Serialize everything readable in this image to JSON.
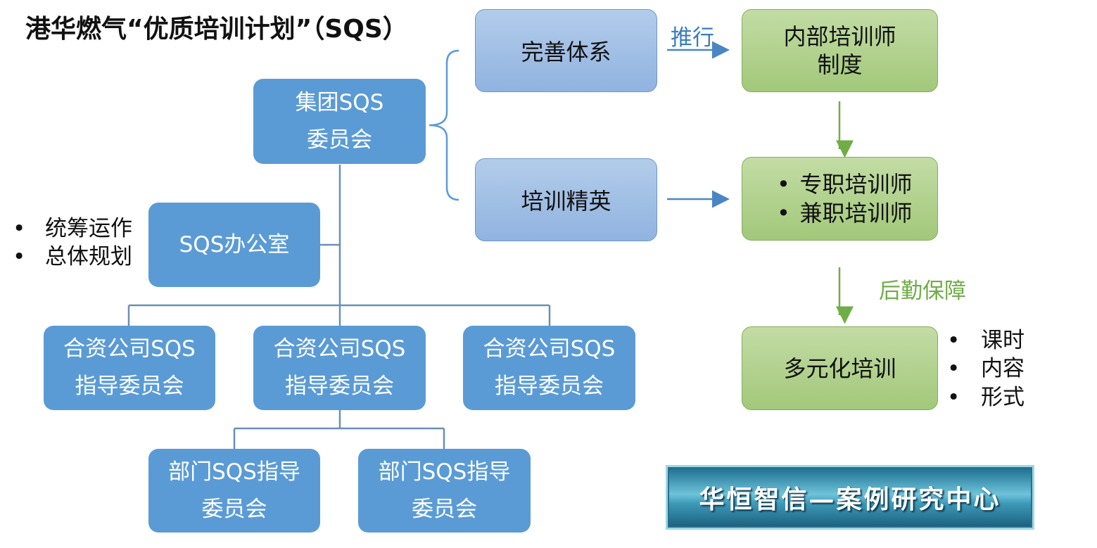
{
  "title": "港华燃气“优质培训计划”（SQS）",
  "org": {
    "committee": [
      "集团SQS",
      "委员会"
    ],
    "office": "SQS办公室",
    "office_bullets": [
      "统筹运作",
      "总体规划"
    ],
    "jv": [
      [
        "合资公司SQS",
        "指导委员会"
      ],
      [
        "合资公司SQS",
        "指导委员会"
      ],
      [
        "合资公司SQS",
        "指导委员会"
      ]
    ],
    "dept": [
      [
        "部门SQS指导",
        "委员会"
      ],
      [
        "部门SQS指导",
        "委员会"
      ]
    ]
  },
  "flow": {
    "system": "完善体系",
    "elite": "培训精英",
    "promote": "推行",
    "trainer_system": [
      "内部培训师",
      "制度"
    ],
    "trainer_types": [
      "专职培训师",
      "兼职培训师"
    ],
    "logistics": "后勤保障",
    "diversified": "多元化培训",
    "diversified_bullets": [
      "课时",
      "内容",
      "形式"
    ]
  },
  "bullet_symbol": "•",
  "banner": "华恒智信—案例研究中心",
  "colors": {
    "blue": "#5b9bd5",
    "connector": "#6b8fb5",
    "arrow_blue": "#4a86c5",
    "arrow_green": "#70ad47",
    "green_text": "#70ad47",
    "promote_text": "#3a7cc0"
  }
}
